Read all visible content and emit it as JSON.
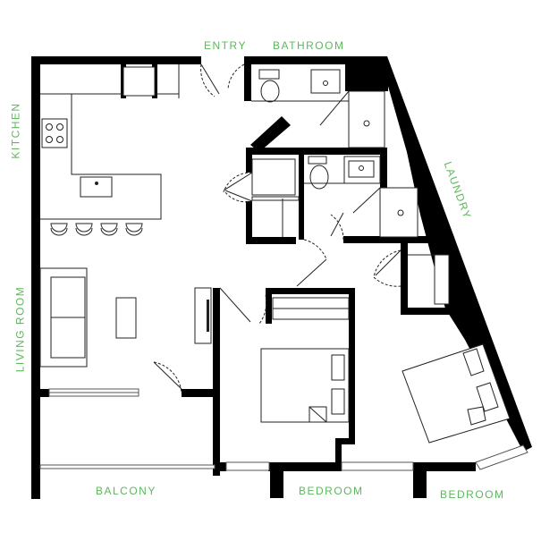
{
  "rooms": {
    "entry": "ENTRY",
    "bathroom": "BATHROOM",
    "kitchen": "KITCHEN",
    "laundry": "LAUNDRY",
    "living_room": "LIVING ROOM",
    "balcony": "BALCONY",
    "bedroom_1": "BEDROOM",
    "bedroom_2": "BEDROOM"
  },
  "colors": {
    "label": "#5cb85c",
    "wall": "#000000"
  }
}
